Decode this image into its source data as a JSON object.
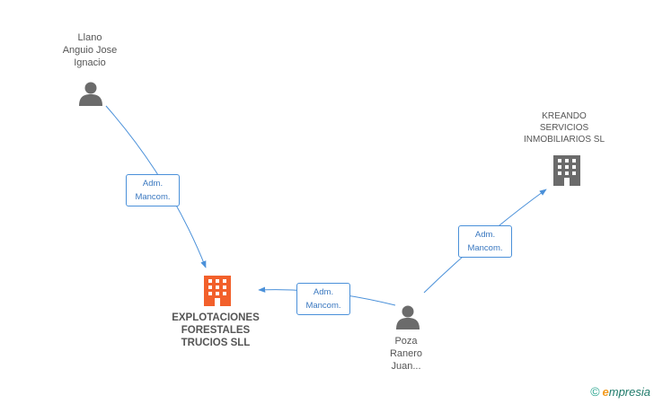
{
  "nodes": {
    "person_llano": {
      "label": "Llano\nAnguio Jose\nIgnacio",
      "kind": "person"
    },
    "company_explotaciones": {
      "label": "EXPLOTACIONES\nFORESTALES\nTRUCIOS SLL",
      "kind": "company-main"
    },
    "person_poza": {
      "label": "Poza\nRanero\nJuan...",
      "kind": "person"
    },
    "company_kreando": {
      "label": "KREANDO\nSERVICIOS\nINMOBILIARIOS SL",
      "kind": "company"
    }
  },
  "edges": [
    {
      "from": "person_llano",
      "to": "company_explotaciones",
      "line1": "Adm.",
      "line2": "Mancom."
    },
    {
      "from": "person_poza",
      "to": "company_explotaciones",
      "line1": "Adm.",
      "line2": "Mancom."
    },
    {
      "from": "person_poza",
      "to": "company_kreando",
      "line1": "Adm.",
      "line2": "Mancom."
    }
  ],
  "colors": {
    "edge": "#4a90d9",
    "person_icon": "#6b6b6b",
    "company_icon": "#6b6b6b",
    "main_company_icon": "#f2602b"
  },
  "footer": {
    "copyright": "©",
    "brand_e": "e",
    "brand_rest": "mpresia"
  }
}
